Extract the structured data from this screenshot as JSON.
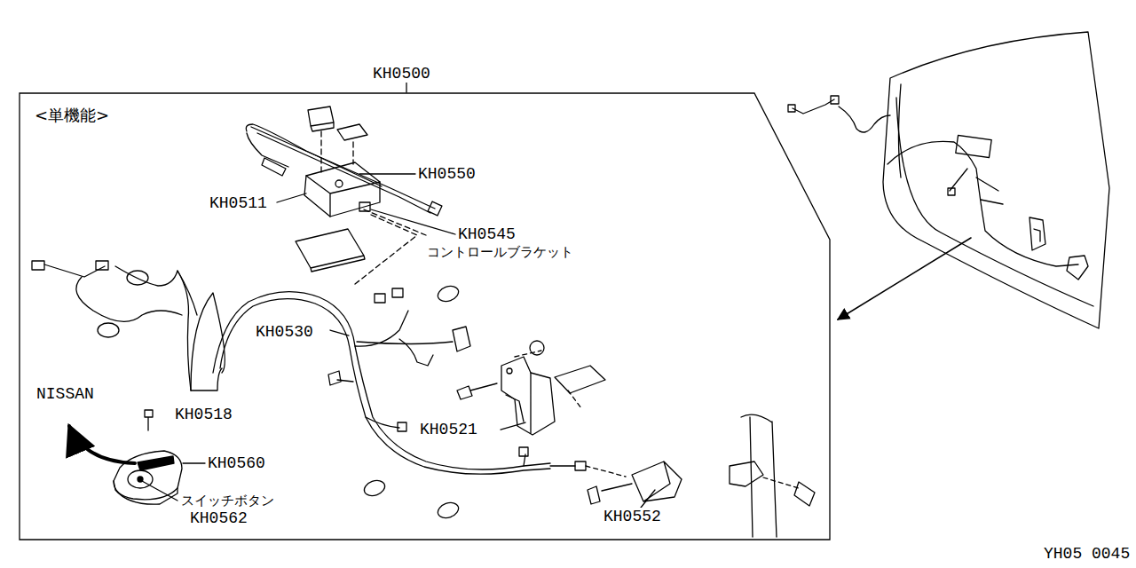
{
  "diagram": {
    "nodes": [
      {
        "text": [
          "KH0500",
          "<単機能>"
        ]
      }
    ],
    "labels": [
      "KH0550",
      "KH0511",
      "KH0545",
      "コントロールブラケット",
      "KH0530",
      "KH0518",
      "NISSAN",
      "KH0560",
      "KH0521",
      "スイッチボタン",
      "KH0562",
      "KH0552",
      "YH05 0045"
    ]
  }
}
